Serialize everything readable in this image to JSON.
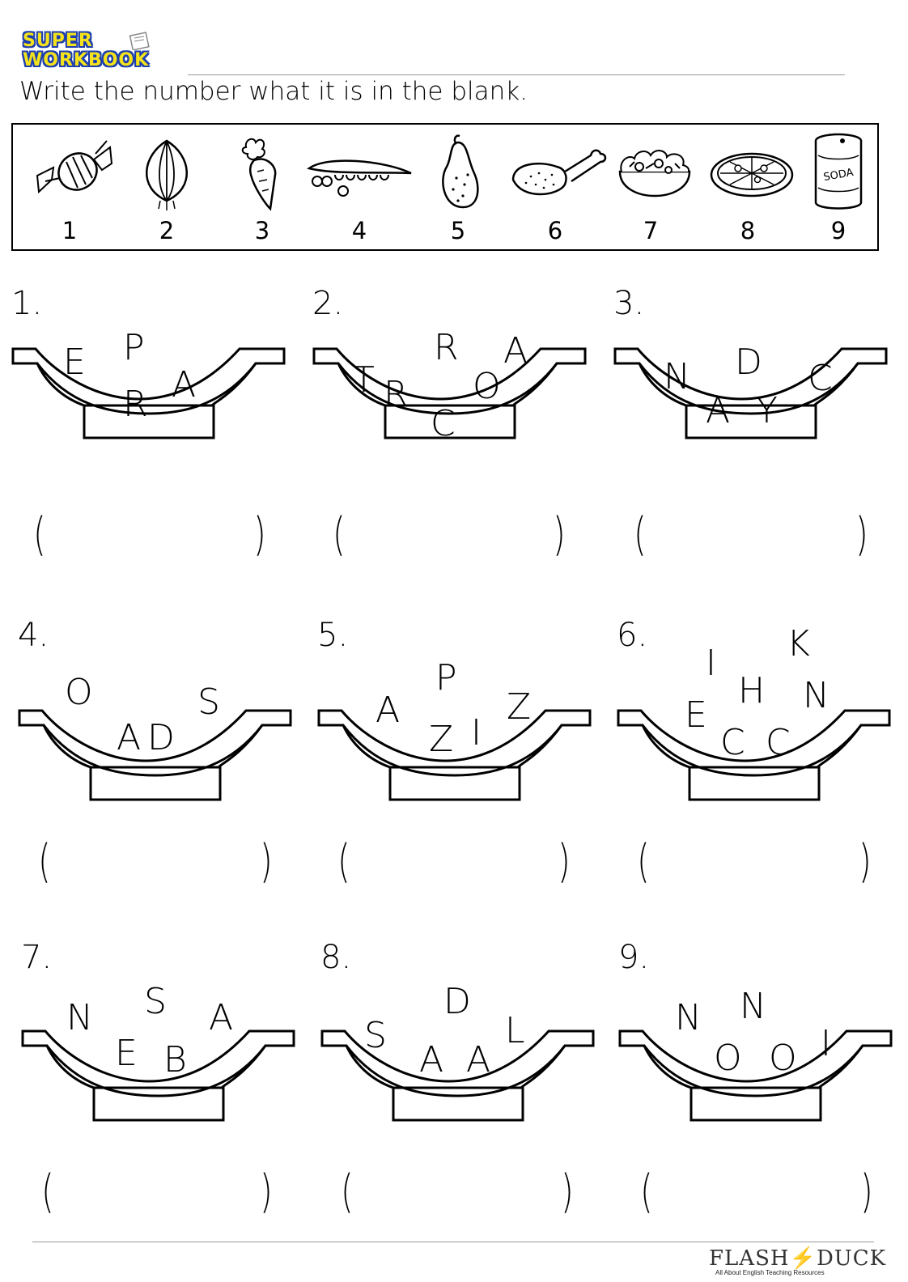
{
  "header": {
    "logo_line1": "SUPER",
    "logo_line2": "WORKBOOK",
    "instruction": "Write the number what it is in the blank."
  },
  "pictures": [
    {
      "num": "1",
      "icon": "candy-icon"
    },
    {
      "num": "2",
      "icon": "onion-icon"
    },
    {
      "num": "3",
      "icon": "carrot-icon"
    },
    {
      "num": "4",
      "icon": "peas-icon"
    },
    {
      "num": "5",
      "icon": "pear-icon"
    },
    {
      "num": "6",
      "icon": "chicken-leg-icon"
    },
    {
      "num": "7",
      "icon": "salad-bowl-icon"
    },
    {
      "num": "8",
      "icon": "pizza-icon"
    },
    {
      "num": "9",
      "icon": "soda-can-icon",
      "label": "SODA"
    }
  ],
  "questions": [
    {
      "num": "1.",
      "letters": [
        "E",
        "P",
        "R",
        "A"
      ]
    },
    {
      "num": "2.",
      "letters": [
        "T",
        "R",
        "R",
        "C",
        "O",
        "A"
      ]
    },
    {
      "num": "3.",
      "letters": [
        "N",
        "D",
        "A",
        "Y",
        "C"
      ]
    },
    {
      "num": "4.",
      "letters": [
        "O",
        "A",
        "D",
        "S"
      ]
    },
    {
      "num": "5.",
      "letters": [
        "A",
        "P",
        "Z",
        "I",
        "Z"
      ]
    },
    {
      "num": "6.",
      "letters": [
        "I",
        "K",
        "H",
        "E",
        "C",
        "C",
        "N"
      ]
    },
    {
      "num": "7.",
      "letters": [
        "N",
        "S",
        "E",
        "B",
        "A"
      ]
    },
    {
      "num": "8.",
      "letters": [
        "S",
        "D",
        "A",
        "A",
        "L"
      ]
    },
    {
      "num": "9.",
      "letters": [
        "N",
        "N",
        "O",
        "O",
        "I"
      ]
    }
  ],
  "blank": {
    "open": "(",
    "close": ")"
  },
  "footer": {
    "brand_left": "FLASH",
    "brand_right": "DUCK",
    "tagline": "All About English Teaching Resources"
  }
}
